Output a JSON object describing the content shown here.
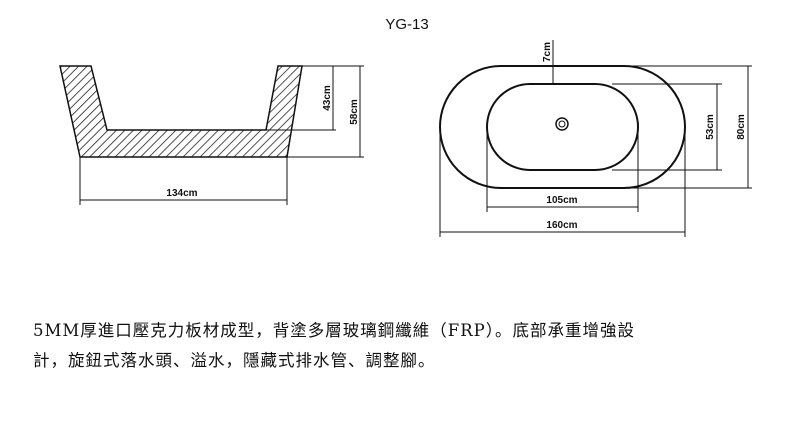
{
  "model": "YG-13",
  "side_view": {
    "width_label": "134cm",
    "inner_depth_label": "43cm",
    "outer_height_label": "58cm"
  },
  "top_view": {
    "rim_label": "7cm",
    "inner_width_label": "53cm",
    "outer_width_label": "80cm",
    "inner_length_label": "105cm",
    "outer_length_label": "160cm"
  },
  "description": {
    "line1": "5MM厚進口壓克力板材成型，背塗多層玻璃鋼纖維（FRP）。底部承重增強設",
    "line2": "計，旋鈕式落水頭、溢水，隱藏式排水管、調整腳。"
  }
}
